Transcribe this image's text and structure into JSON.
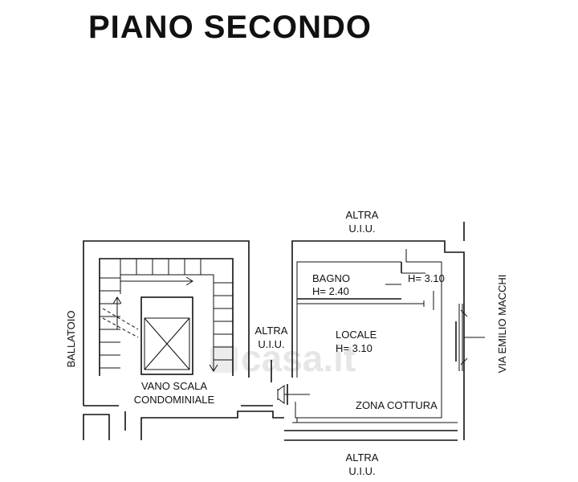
{
  "title": "PIANO SECONDO",
  "watermark": "casa.it",
  "labels": {
    "altra_top_1": "ALTRA",
    "altra_top_2": "U.I.U.",
    "altra_mid_1": "ALTRA",
    "altra_mid_2": "U.I.U.",
    "altra_bottom_1": "ALTRA",
    "altra_bottom_2": "U.I.U.",
    "bagno": "BAGNO",
    "bagno_h": "H= 2.40",
    "h_310": "H= 3.10",
    "locale": "LOCALE",
    "locale_h": "H= 3.10",
    "zona_cottura": "ZONA COTTURA",
    "vano_scala_1": "VANO SCALA",
    "vano_scala_2": "CONDOMINIALE",
    "ballatoio": "BALLATOIO",
    "street": "VIA EMILIO MACCHI"
  }
}
